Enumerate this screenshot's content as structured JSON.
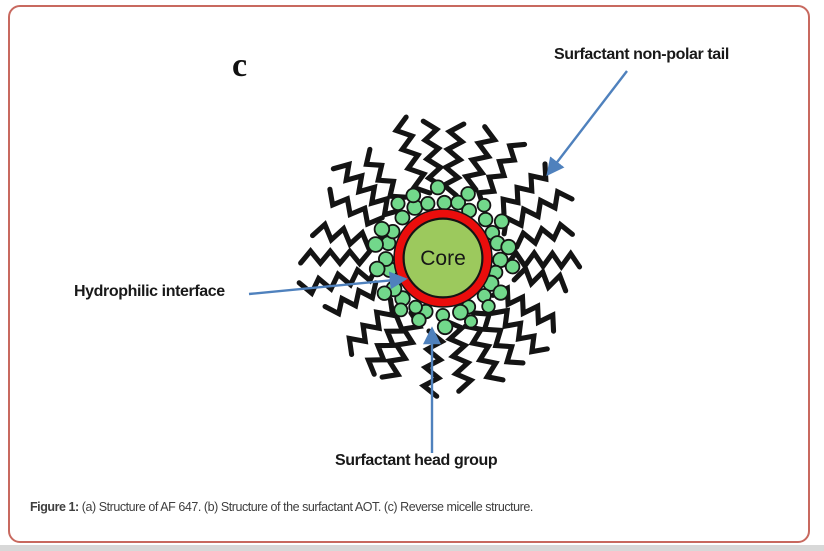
{
  "figure": {
    "panel_label": "c",
    "labels": {
      "tail": "Surfactant non-polar tail",
      "interface": "Hydrophilic interface",
      "head": "Surfactant head group",
      "core": "Core"
    },
    "caption": {
      "prefix": "Figure 1:",
      "body": " (a) Structure of AF 647. (b) Structure of the surfactant AOT. (c) Reverse micelle structure."
    },
    "colors": {
      "frame_border": "#c8695f",
      "arrow_blue": "#4f81bd",
      "core_green": "#9cc95d",
      "head_group_green": "#72d88b",
      "interface_red": "#ea0d0c",
      "ink_black": "#141414",
      "caption_gray": "#3f3f3f"
    }
  }
}
